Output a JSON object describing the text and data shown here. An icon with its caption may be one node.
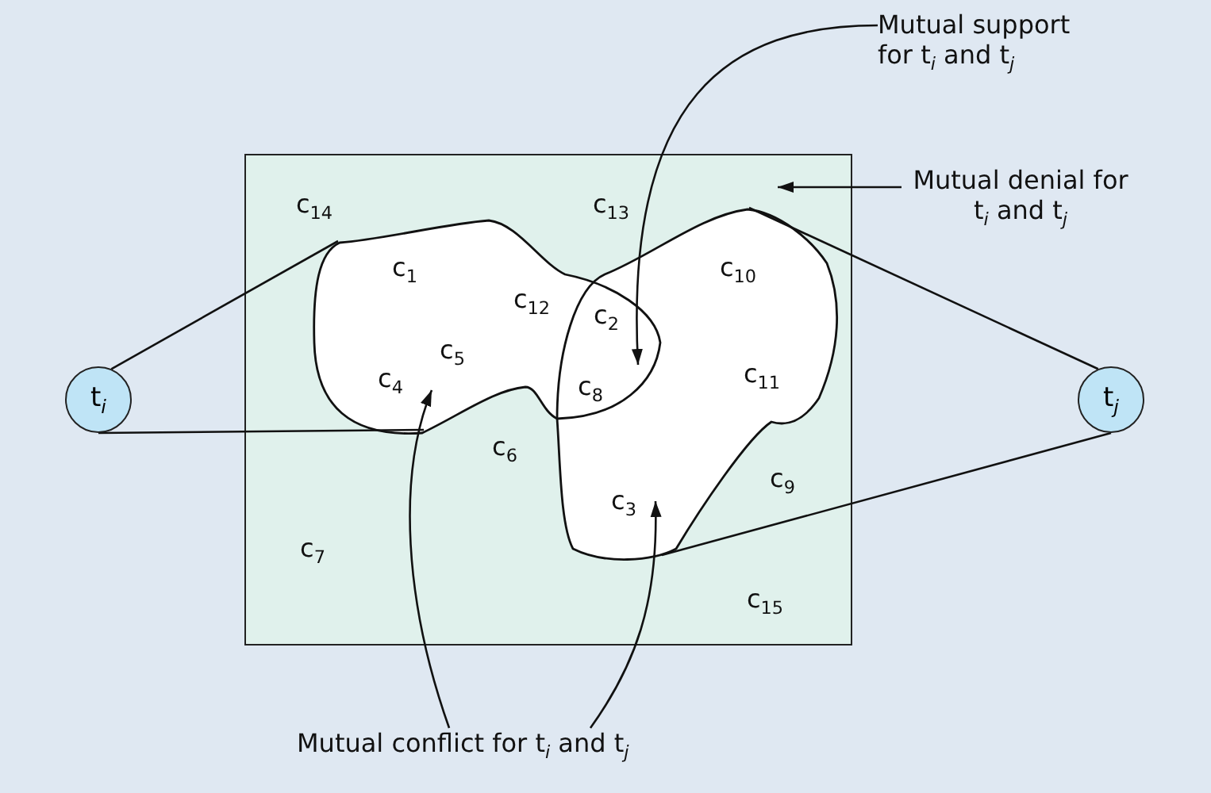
{
  "diagram": {
    "nodes": [
      {
        "text": [
          "t$_{i}$"
        ]
      },
      {
        "text": [
          "t$_{j}$"
        ]
      },
      {
        "text": [],
        "shape": "box"
      },
      {
        "text": [],
        "shape": "cloud",
        "in": 2
      },
      {
        "text": [],
        "shape": "cloud",
        "in": 2
      },
      {
        "text": [
          "Mutual support for t$_{i}$ and t$_{j}$"
        ]
      },
      {
        "text": [
          "Mutual denial for t$_{i}$ and t$_{j}$"
        ]
      },
      {
        "text": [
          "Mutual conflict for t$_{i}$ and t$_{j}$"
        ]
      }
    ],
    "edges": [
      {
        "from": 0,
        "to": 3,
        "arrow": "none"
      },
      {
        "from": 0,
        "to": 3,
        "arrow": "none"
      },
      {
        "from": 1,
        "to": 4,
        "arrow": "none"
      },
      {
        "from": 1,
        "to": 4,
        "arrow": "none"
      },
      {
        "from": 5,
        "to": 3,
        "arrow": "to"
      },
      {
        "from": 6,
        "to": 2,
        "arrow": "to"
      },
      {
        "from": 7,
        "to": 3,
        "arrow": "to"
      },
      {
        "from": 7,
        "to": 4,
        "arrow": "to"
      }
    ],
    "labels": [
      "c$_{14}$",
      "c$_{13}$",
      "c$_{1}$",
      "c$_{10}$",
      "c$_{12}$",
      "c$_{2}$",
      "c$_{5}$",
      "c$_{4}$",
      "c$_{11}$",
      "c$_{8}$",
      "c$_{6}$",
      "c$_{9}$",
      "c$_{3}$",
      "c$_{7}$",
      "c$_{15}$"
    ]
  }
}
